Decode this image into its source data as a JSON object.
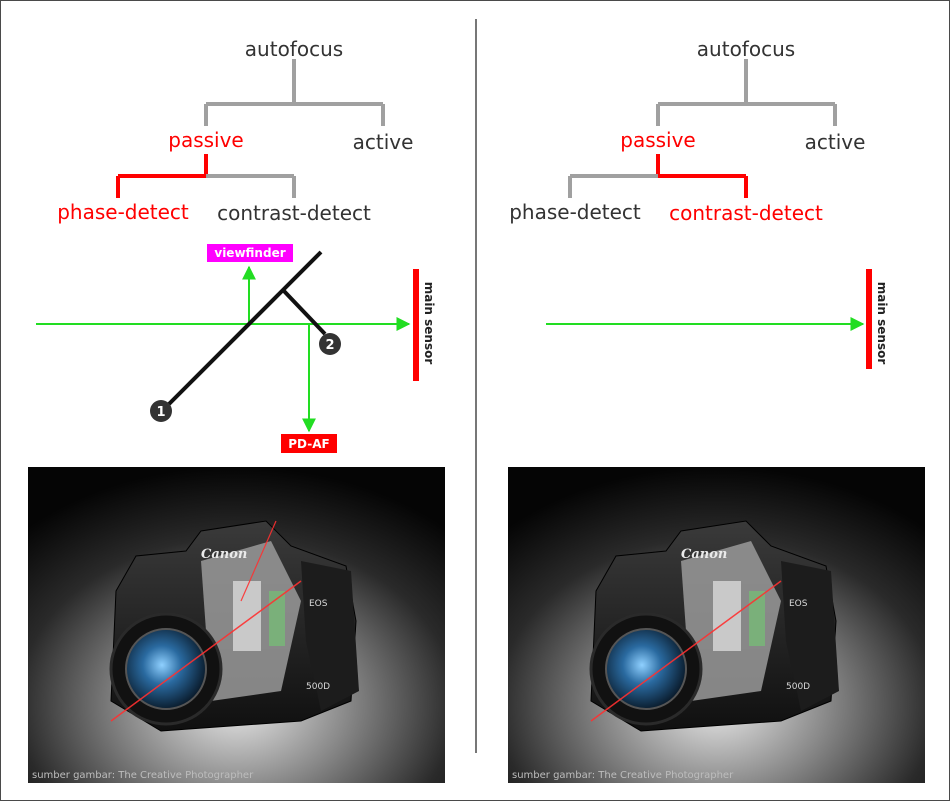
{
  "colors": {
    "active_branch": "#ff0000",
    "inactive_branch": "#a0a0a0",
    "inactive_text": "#333333",
    "light_path": "#22dd22",
    "viewfinder_box": "#ff00ff",
    "pdaf_box": "#ff0000",
    "sensor": "#ff0000"
  },
  "left_panel": {
    "tree": {
      "root": "autofocus",
      "passive": "passive",
      "active": "active",
      "phase_detect": "phase-detect",
      "contrast_detect": "contrast-detect",
      "highlighted": "phase-detect"
    },
    "diagram": {
      "viewfinder_label": "viewfinder",
      "pdaf_label": "PD-AF",
      "sensor_label": "main sensor",
      "mirror_1_marker": "1",
      "mirror_2_marker": "2"
    },
    "photo": {
      "caption": "sumber gambar: The Creative Photographer",
      "brand": "Canon",
      "series": "EOS",
      "model": "500D"
    }
  },
  "right_panel": {
    "tree": {
      "root": "autofocus",
      "passive": "passive",
      "active": "active",
      "phase_detect": "phase-detect",
      "contrast_detect": "contrast-detect",
      "highlighted": "contrast-detect"
    },
    "diagram": {
      "sensor_label": "main sensor"
    },
    "photo": {
      "caption": "sumber gambar: The Creative Photographer",
      "brand": "Canon",
      "series": "EOS",
      "model": "500D"
    }
  }
}
